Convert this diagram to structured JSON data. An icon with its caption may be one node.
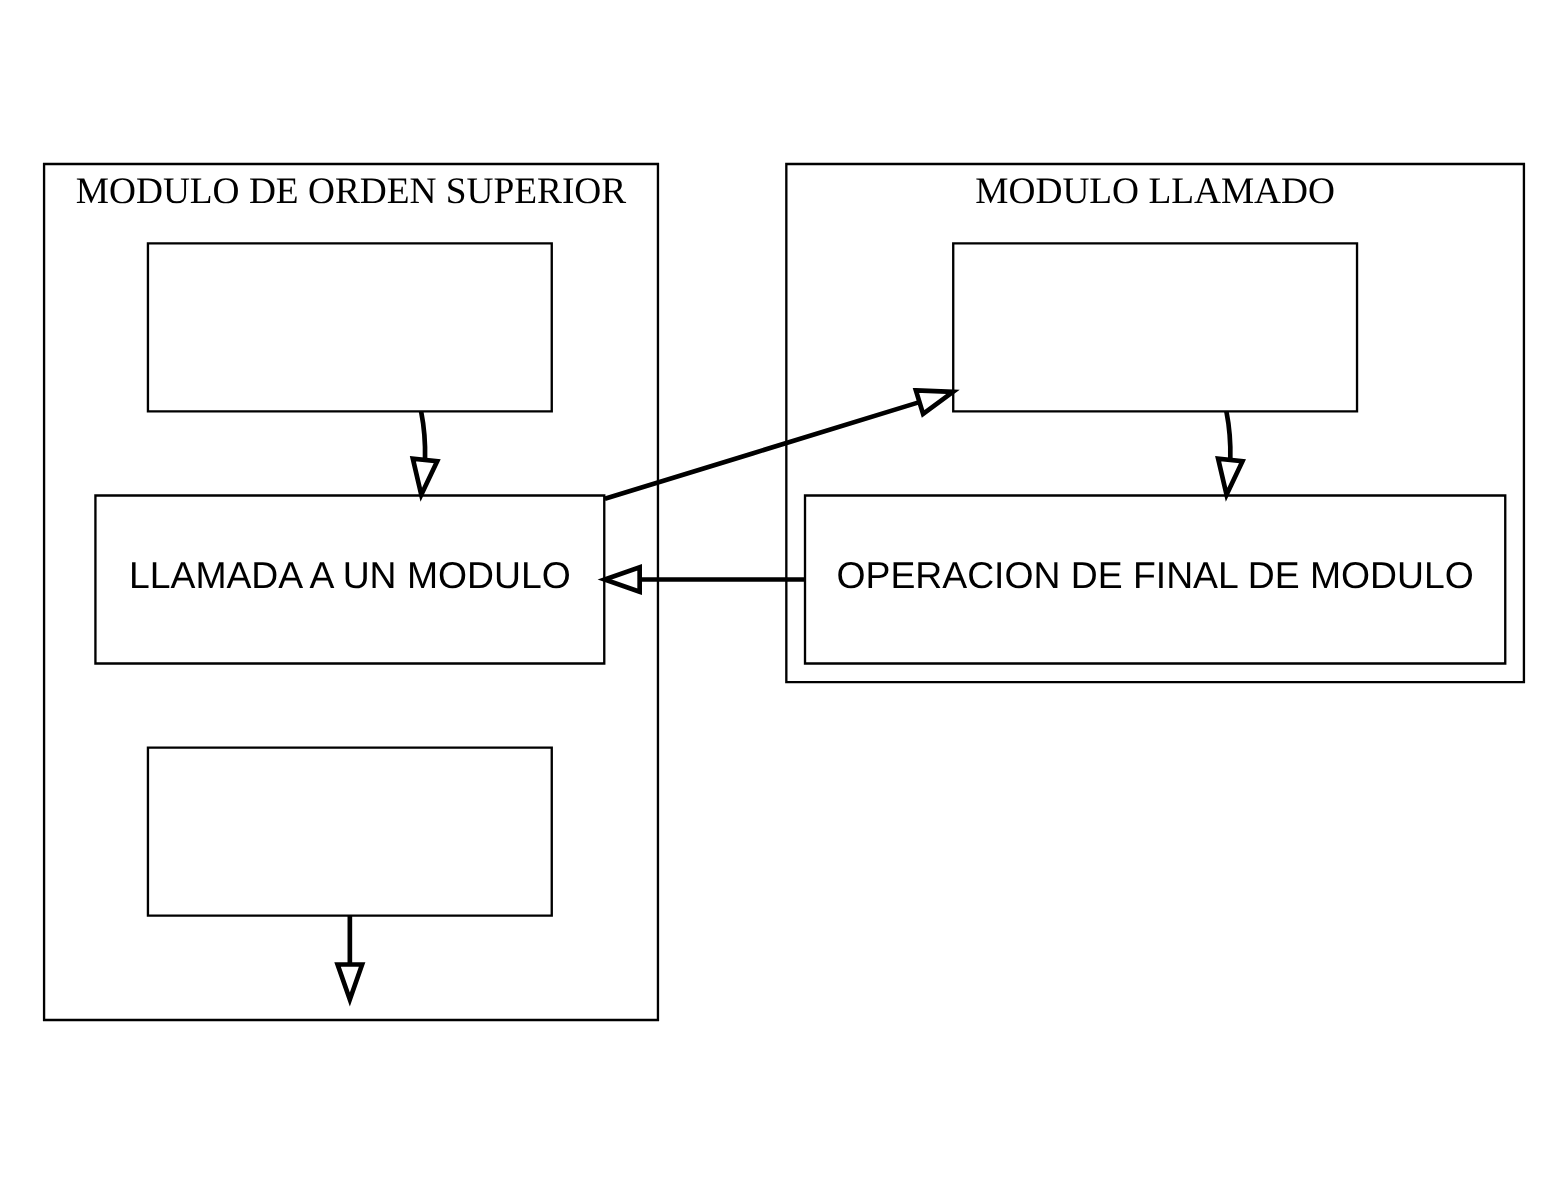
{
  "diagram": {
    "nodes": [
      {
        "text": [
          "MODULO DE ORDEN SUPERIOR"
        ]
      },
      {
        "text": [],
        "shape": "box",
        "in": 0
      },
      {
        "text": [
          "LLAMADA A UN MODULO"
        ],
        "in": 0
      },
      {
        "text": [],
        "shape": "box",
        "in": 0
      },
      {
        "text": [
          "MODULO LLAMADO"
        ]
      },
      {
        "text": [],
        "shape": "box",
        "in": 4
      },
      {
        "text": [
          "OPERACION DE FINAL DE MODULO"
        ],
        "in": 4
      }
    ],
    "edges": [
      {
        "from": 1,
        "to": 2,
        "arrow": "to"
      },
      {
        "from": 3,
        "to": null,
        "arrow": "to"
      },
      {
        "from": 2,
        "to": 5,
        "arrow": "to"
      },
      {
        "from": 5,
        "to": 6,
        "arrow": "to"
      },
      {
        "from": 6,
        "to": 2,
        "arrow": "to"
      }
    ]
  }
}
